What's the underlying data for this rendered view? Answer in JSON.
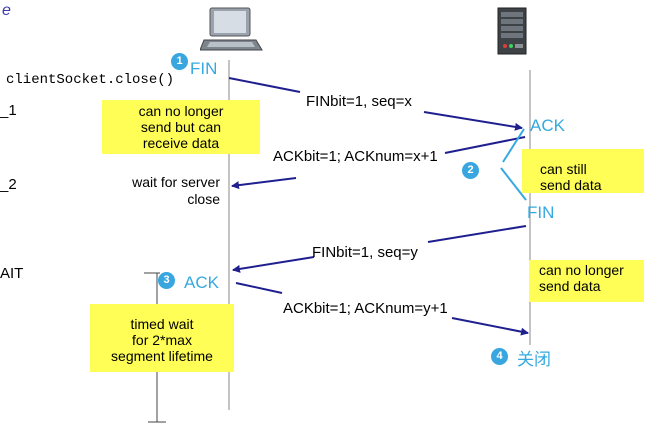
{
  "corner_label": "e",
  "client": {
    "call": "clientSocket.close()",
    "state_1": "_1",
    "state_2": "_2",
    "state_3": "AIT"
  },
  "steps": {
    "s1": {
      "badge": "1",
      "label": "FIN"
    },
    "s2": {
      "badge": "2",
      "ack": "ACK",
      "fin": "FIN"
    },
    "s3": {
      "badge": "3",
      "label": "ACK"
    },
    "s4": {
      "badge": "4",
      "label": "关闭"
    }
  },
  "messages": {
    "m1": "FINbit=1, seq=x",
    "m2": "ACKbit=1; ACKnum=x+1",
    "m3": "FINbit=1, seq=y",
    "m4": "ACKbit=1; ACKnum=y+1"
  },
  "notes": {
    "client_half_close": [
      "can no longer",
      "send but can",
      "receive data"
    ],
    "server_still": [
      "can still",
      "send data"
    ],
    "server_no_longer": [
      "can no longer",
      "send data"
    ],
    "timed_wait": [
      "timed wait",
      "for 2*max",
      "segment lifetime"
    ]
  },
  "wait_text": [
    "wait for server",
    "close"
  ],
  "colors": {
    "accent": "#36a9e1",
    "badge": "#3aa6e0",
    "note": "#fffe57",
    "line": "#1f1f8f"
  },
  "icons": {
    "client": "laptop-icon",
    "server": "server-icon"
  }
}
